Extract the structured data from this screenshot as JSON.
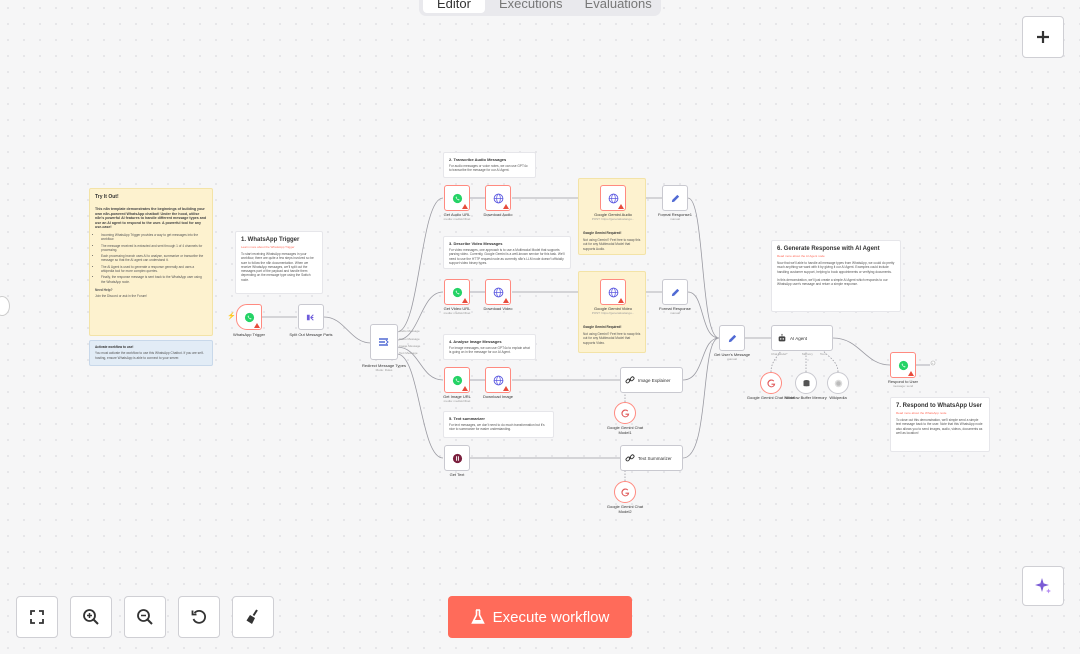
{
  "tabs": {
    "editor": "Editor",
    "executions": "Executions",
    "evaluations": "Evaluations"
  },
  "toolbar": {
    "execute_label": "Execute workflow"
  },
  "colors": {
    "accent": "#ff6b5a",
    "whatsapp": "#25d366",
    "globe": "#5a58e0",
    "gemini_border": "#e05a5a"
  },
  "stickies": {
    "try_it": {
      "title": "Try It Out!",
      "intro": "This n8n template demonstrates the beginnings of building your own n8n-powered WhatsApp chatbot! Under the hood, utilise n8n's powerful AI features to handle different message types and use an AI agent to respond to the user. A powerful tool for any use-case!",
      "bullets": [
        "Incoming WhatsApp Trigger provides a way to get messages into the workflow.",
        "The message received is extracted and sent through 1 of 4 channels for processing.",
        "Each processing branch uses AI to analyse, summarize or transcribe the message so that the AI agent can understand it.",
        "The AI Agent is used to generate a response generally and uses a wikipedia tool for more complex queries.",
        "Finally, the response message is sent back to the WhatsApp user using the WhatsApp node."
      ],
      "help_title": "Need Help?",
      "help_text": "Join the Discord or ask in the Forum!"
    },
    "activate": {
      "title": "Activate workflow to use!",
      "text": "You must activate the workflow to use this WhatsApp Chatbot. If you are self-hosting, ensure WhatsApp is able to connect to your server."
    },
    "trigger": {
      "title": "1. WhatsApp Trigger",
      "sub": "Learn more about the WhatsApp Trigger",
      "text": "To start receiving WhatsApp messages in your workflow, there are quite a few steps involved so be sure to follow the n8n documentation. When we receive WhatsApp messages, we'll split out the messages part of the payload and handle them depending on the message type using the Switch node."
    },
    "audio": {
      "title": "2. Transcribe Audio Messages",
      "text": "For audio messages or voice notes, we can use GPT4o to transcribe the message for our AI Agent."
    },
    "video": {
      "title": "3. Describe Video Messages",
      "text": "For video messages, one approach is to use a Multimodal Model that supports parsing video. Currently, Google Gemini is a well-known service for this task. We'll need to use the HTTP request node as currently n8n's LLM node doesn't officially support video binary types."
    },
    "image": {
      "title": "4. Analyse Image Messages",
      "text": "For image messages, we can use GPT4o to explain what is going on in the message for our AI Agent."
    },
    "text": {
      "title": "5. Text summarizer",
      "text": "For text messages, we don't need to do much transformation but it's nice to summarize for easier understanding."
    },
    "gemini_audio_note": {
      "title": "Google Gemini Required!",
      "text": "Not using Gemini? Feel free to swap this out for any Multimodal Model that supports Audio."
    },
    "gemini_video_note": {
      "title": "Google Gemini Required!",
      "text": "Not using Gemini? Feel free to swap this out for any Multimodal Model that supports Video."
    },
    "agent": {
      "title": "6. Generate Response with AI Agent",
      "sub": "Read more about the AI Agent node",
      "text": "Now that we'll able to handle all message types from WhatsApp, we could do pretty much anything we want with it by giving it our AI Agent. Examples could include handling customer support, helping to book appointments or verifying documents.\n\nIn this demonstration, we'll just create a simple AI Agent which responds to our WhatsApp user's message and return a simple response."
    },
    "respond": {
      "title": "7. Respond to WhatsApp User",
      "sub": "Read more about the WhatsApp node",
      "text": "To close out this demonstration, we'll simple send a simple text message back to the user. Note that this WhatsApp node also allows you to send images, audio, videos, documents as well as location!"
    }
  },
  "nodes": {
    "trigger": {
      "label": "WhatsApp Trigger"
    },
    "split": {
      "label": "Split Out Message Parts"
    },
    "switch": {
      "label": "Redirect Message Types",
      "sub": "Mode: Rules",
      "outputs": [
        "Audio Message",
        "Video Message",
        "Image Message",
        "Text Message"
      ]
    },
    "get_audio": {
      "label": "Get Audio URL",
      "sub": "media: mediaUrlGet"
    },
    "dl_audio": {
      "label": "Download Audio"
    },
    "gem_audio": {
      "label": "Google Gemini Audio",
      "sub": "POST: https://generativelangu..."
    },
    "fmt1": {
      "label": "Format Response1",
      "sub": "manual"
    },
    "get_video": {
      "label": "Get Video URL",
      "sub": "media: mediaUrlGet"
    },
    "dl_video": {
      "label": "Download Video"
    },
    "gem_video": {
      "label": "Google Gemini Video",
      "sub": "POST: https://generativelangu..."
    },
    "fmt2": {
      "label": "Format Response",
      "sub": "manual"
    },
    "get_image": {
      "label": "Get Image URL",
      "sub": "media: mediaUrlGet"
    },
    "dl_image": {
      "label": "Download Image"
    },
    "img_explainer": {
      "label": "Image Explainer"
    },
    "gem_chat1": {
      "label": "Google Gemini Chat Model1"
    },
    "get_text": {
      "label": "Get Text"
    },
    "text_summarizer": {
      "label": "Text Summarizer"
    },
    "gem_chat2": {
      "label": "Google Gemini Chat Model2"
    },
    "user_msg": {
      "label": "Get User's Message",
      "sub": "manual"
    },
    "agent": {
      "label": "AI Agent",
      "ports": [
        "Chat Model*",
        "Memory",
        "Tool"
      ]
    },
    "gem_chat": {
      "label": "Google Gemini Chat Model"
    },
    "memory": {
      "label": "Window Buffer Memory"
    },
    "wiki": {
      "label": "Wikipedia"
    },
    "respond": {
      "label": "Respond to User",
      "sub": "message: send"
    }
  }
}
